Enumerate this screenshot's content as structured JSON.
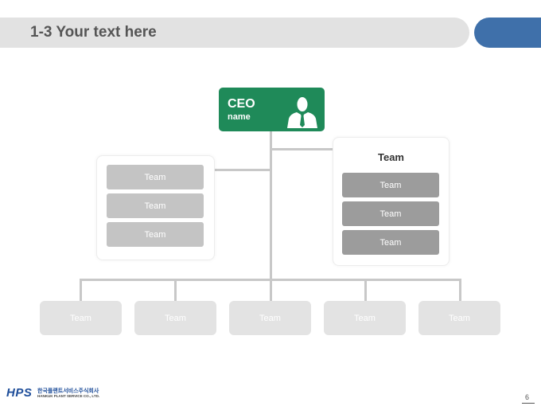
{
  "header": {
    "title": "1-3 Your text here"
  },
  "ceo": {
    "title": "CEO",
    "name": "name",
    "icon": "person-icon"
  },
  "left_group": {
    "teams": [
      "Team",
      "Team",
      "Team"
    ]
  },
  "right_group": {
    "title": "Team",
    "teams": [
      "Team",
      "Team",
      "Team"
    ]
  },
  "bottom_row": {
    "teams": [
      "Team",
      "Team",
      "Team",
      "Team",
      "Team"
    ]
  },
  "footer": {
    "logo_text": "HPS",
    "company_korean": "한국플랜트서비스주식회사",
    "company_english": "HANKUK PLANT SERVICE CO., LTD.",
    "page_number": "6"
  },
  "colors": {
    "ceo_green": "#1f8a59",
    "accent_blue": "#3f70aa",
    "title_bar_gray": "#e2e2e2",
    "connector_gray": "#c8c8c8"
  }
}
